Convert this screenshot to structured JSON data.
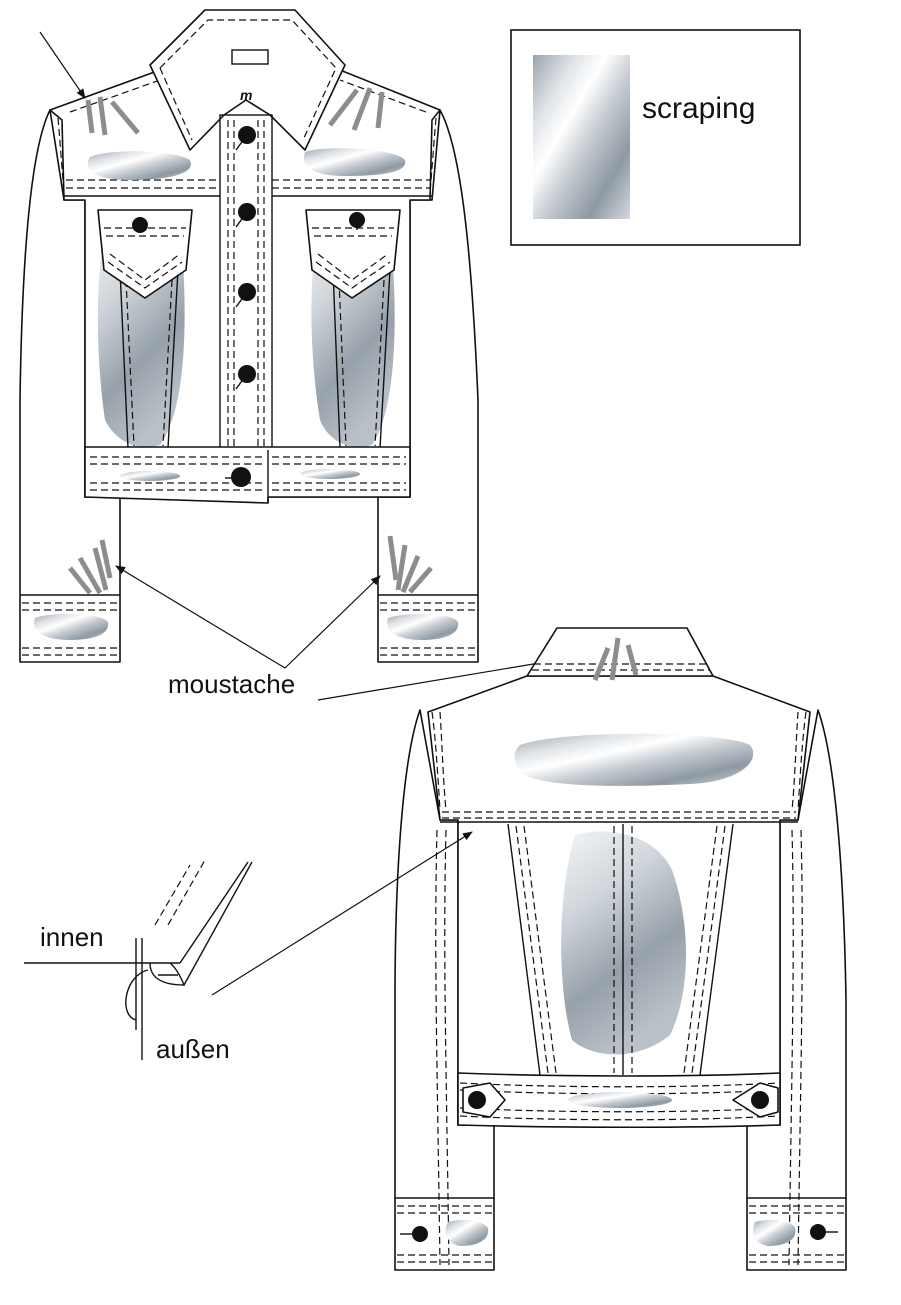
{
  "legend": {
    "label": "scraping"
  },
  "annotations": {
    "moustache": "moustache",
    "innen": "innen",
    "aussen": "außen",
    "collar_mark": "m"
  },
  "colors": {
    "outline": "#111111",
    "moustache_stroke": "#8d8d8d",
    "scraping_light": "#f4f6f8",
    "scraping_dark": "#8e99a3"
  }
}
